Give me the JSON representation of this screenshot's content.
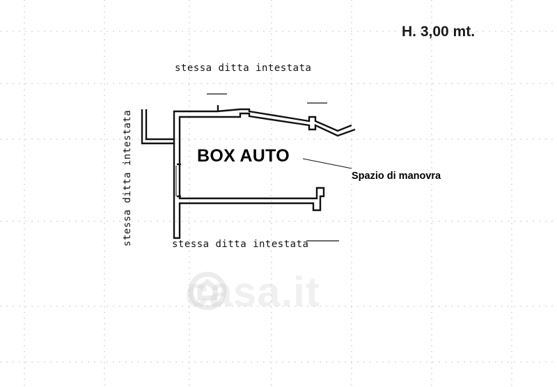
{
  "plan": {
    "height_label": "H. 3,00 mt.",
    "room_label": "BOX AUTO",
    "maneuver_label": "Spazio di manovra",
    "neighbor_top": "stessa ditta intestata",
    "neighbor_left": "stessa ditta intestata",
    "neighbor_bottom": "stessa ditta intestata"
  },
  "watermark": {
    "text": "casa.it",
    "icon": "casa-logo-icon"
  }
}
